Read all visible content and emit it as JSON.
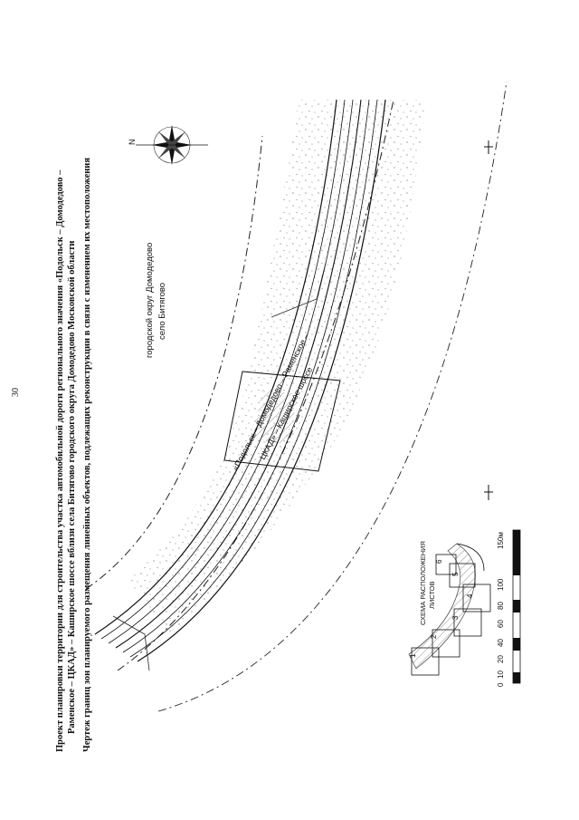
{
  "page_number": "30",
  "title": {
    "line1": "Проект планировки территории для строительства участка автомобильной дороги регионального значения «Подольск – Домодедово –",
    "line2": "Раменское – ЦКАД» – Каширское шоссе вблизи села Битягово городского округа Домодедово Московской области",
    "line3": "Чертеж границ зон планируемого размещения линейных объектов, подлежащих реконструкции в связи с изменением их местоположения"
  },
  "map_labels": {
    "district": "городской округ Домодедово",
    "village": "село Битягово",
    "road_line1": "«Подольск – Домодедово – Раменское –",
    "road_line2": "ЦКАД» – Каширское шоссе",
    "north": "N"
  },
  "scale": {
    "ticks": [
      "0",
      "10",
      "20",
      "40",
      "60",
      "80",
      "100",
      "150м"
    ]
  },
  "sheet_scheme": {
    "title_line1": "СХЕМА РАСПОЛОЖЕНИЯ",
    "title_line2": "ЛИСТОВ",
    "sheets": [
      "1",
      "2",
      "3",
      "4",
      "5",
      "6"
    ]
  },
  "colors": {
    "ink": "#111111",
    "paper": "#ffffff"
  }
}
